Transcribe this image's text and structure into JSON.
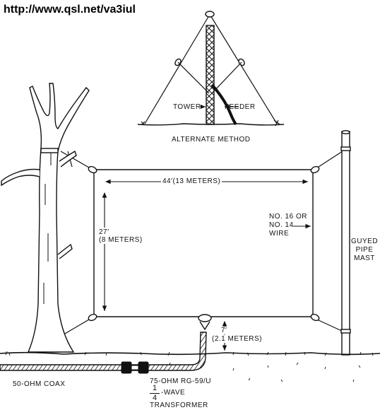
{
  "source_url": "http://www.qsl.net/va3iul",
  "alternate": {
    "title": "ALTERNATE METHOD",
    "tower_label": "TOWER",
    "feeder_label": "FEEDER"
  },
  "loop": {
    "width_label": "44′(13  METERS)",
    "height_label_line1": "27′",
    "height_label_line2": "(8  METERS)",
    "wire_label_line1": "NO. 16  OR",
    "wire_label_line2": "NO. 14",
    "wire_label_line3": "WIRE"
  },
  "mast": {
    "label_line1": "GUYED",
    "label_line2": "PIPE",
    "label_line3": "MAST"
  },
  "feed": {
    "height_label_line1": "7′",
    "height_label_line2": "(2.1 METERS)",
    "coax_label": "50-OHM  COAX",
    "matching_label": "75-OHM  RG-59/U",
    "fraction_numerator": "1",
    "fraction_denominator": "4",
    "wave_label": "-WAVE",
    "transformer_label": "TRANSFORMER"
  },
  "colors": {
    "ink": "#111111",
    "background": "#ffffff"
  }
}
